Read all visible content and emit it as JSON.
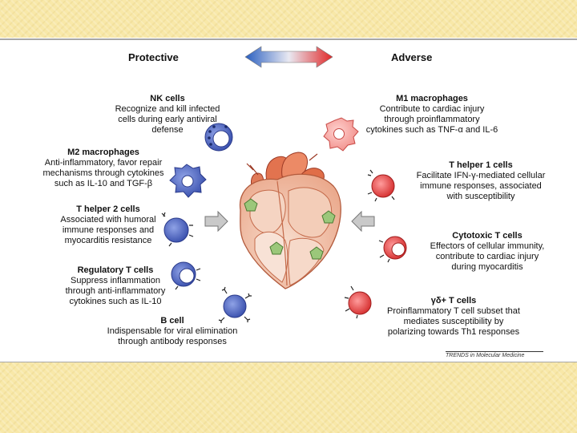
{
  "header": {
    "left": "Protective",
    "right": "Adverse"
  },
  "protective": [
    {
      "title": "NK cells",
      "lines": [
        "Recognize and kill infected",
        "cells during early antiviral",
        "defense"
      ]
    },
    {
      "title": "M2 macrophages",
      "lines": [
        "Anti-inflammatory, favor repair",
        "mechanisms through cytokines",
        "such as IL-10 and TGF-β"
      ]
    },
    {
      "title": "T helper 2 cells",
      "lines": [
        "Associated with humoral",
        "immune responses and",
        "myocarditis resistance"
      ]
    },
    {
      "title": "Regulatory T cells",
      "lines": [
        "Suppress inflammation",
        "through anti-inflammatory",
        "cytokines such as IL-10"
      ]
    },
    {
      "title": "B cell",
      "lines": [
        "Indispensable for viral elimination",
        "through antibody responses"
      ]
    }
  ],
  "adverse": [
    {
      "title": "M1 macrophages",
      "lines": [
        "Contribute to cardiac injury",
        "through proinflammatory",
        "cytokines such as TNF-α and IL-6"
      ]
    },
    {
      "title": "T helper 1 cells",
      "lines": [
        "Facilitate IFN-γ-mediated cellular",
        "immune responses, associated",
        "with susceptibility"
      ]
    },
    {
      "title": "Cytotoxic T cells",
      "lines": [
        "Effectors of cellular immunity,",
        "contribute to cardiac injury",
        "during myocarditis"
      ]
    },
    {
      "title": "γδ+ T cells",
      "lines": [
        "Proinflammatory T cell subset that",
        "mediates susceptibility by",
        "polarizing towards Th1 responses"
      ]
    }
  ],
  "source": "TRENDS in Molecular Medicine",
  "colors": {
    "protective_blue": "#4a5fb8",
    "adverse_red": "#e03a3a",
    "background_band": "#f8e8a8",
    "heart_fill": "#f2c6b0",
    "heart_vessel": "#e2734f",
    "virus_green": "#9bc77a"
  },
  "icons": [
    "nk-cell-icon",
    "m2-macrophage-icon",
    "th2-cell-icon",
    "treg-cell-icon",
    "b-cell-icon",
    "m1-macrophage-icon",
    "th1-cell-icon",
    "cytotoxic-t-cell-icon",
    "gamma-delta-t-cell-icon",
    "heart-icon",
    "virus-icon",
    "gray-arrow-icon",
    "double-arrow-icon"
  ]
}
